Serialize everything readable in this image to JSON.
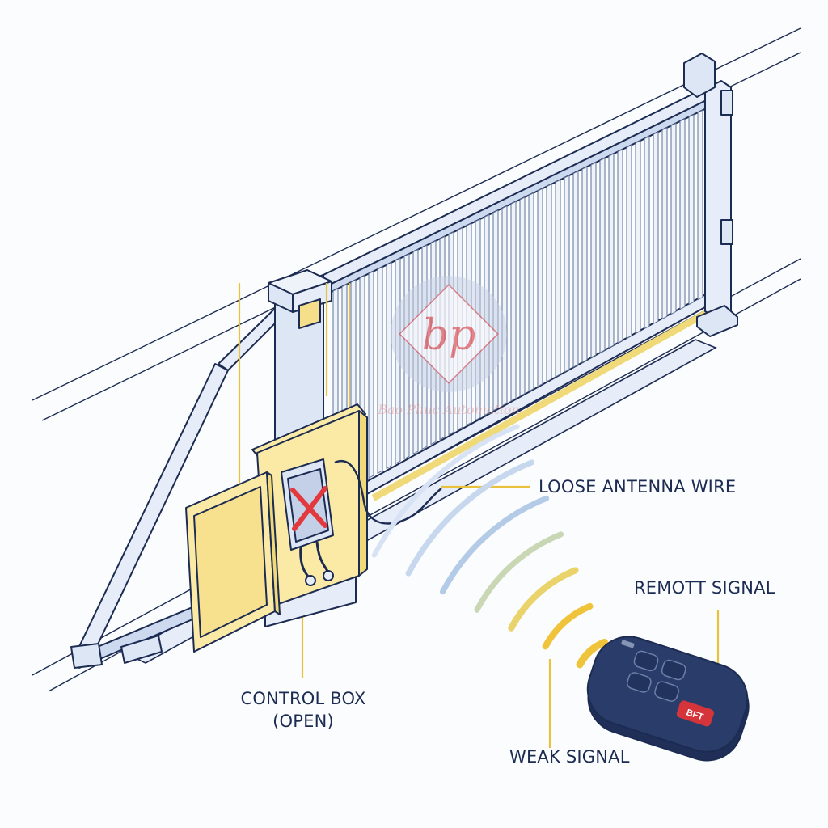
{
  "labels": {
    "antenna": "LOOSE ANTENNA WIRE",
    "remote": "REMOTT SIGNAL",
    "control_box_line1": "CONTROL BOX",
    "control_box_line2": "(OPEN)",
    "weak_signal": "WEAK SIGNAL"
  },
  "watermark": {
    "monogram": "bp",
    "text": "Bao Phuc Automation"
  },
  "remote_button_text": "BFT",
  "colors": {
    "outline": "#1c2b52",
    "steel_fill": "#e6edf8",
    "steel_edge": "#9eb3d6",
    "box_fill": "#fbeaa6",
    "accent_line": "#e8c23c",
    "error_mark": "#e23a3c",
    "remote_body": "#2a3c69",
    "remote_button": "#d6343b"
  },
  "icons": {
    "error": "x-mark-icon",
    "signal": "signal-arc-icon",
    "remote": "key-fob-remote-icon"
  }
}
